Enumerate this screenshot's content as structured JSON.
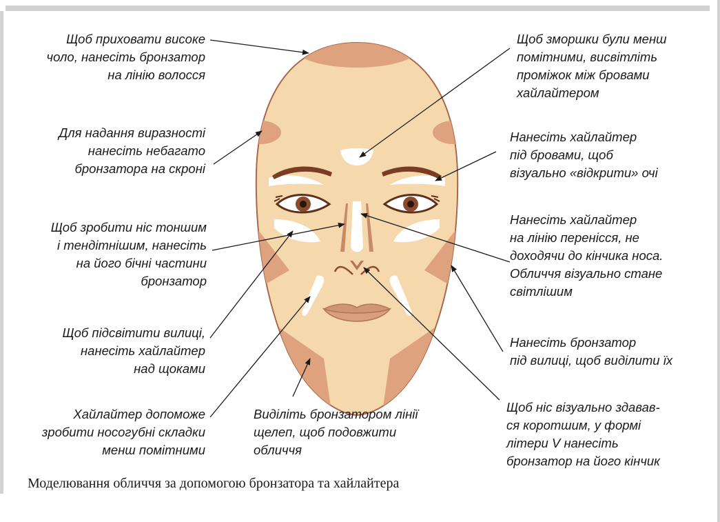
{
  "annotations_left": [
    {
      "id": "forehead",
      "text": "Щоб приховати високе\nчоло, нанесіть бронзатор\nна лінію волосся"
    },
    {
      "id": "temples",
      "text": "Для надання виразності\nнанесіть небагато\nбронзатора на скроні"
    },
    {
      "id": "nose-sides",
      "text": "Щоб зробити ніс тоншим\nі тендітнішим, нанесіть\nна його бічні частини\nбронзатор"
    },
    {
      "id": "cheekbones-highlight",
      "text": "Щоб підсвітити вилиці,\nнанесіть хайлайтер\nнад щоками"
    },
    {
      "id": "nasolabial",
      "text": "Хайлайтер допоможе\nзробити носогубні складки\nменш помітними"
    }
  ],
  "annotations_right": [
    {
      "id": "brow-gap",
      "text": "Щоб зморшки були менш\nпомітними, висвітліть\nпроміжок між бровами\nхайлайтером"
    },
    {
      "id": "under-brows",
      "text": "Нанесіть хайлайтер\nпід бровами, щоб\nвізуально «відкрити» очі"
    },
    {
      "id": "nose-bridge",
      "text": "Нанесіть хайлайтер\nна лінію перенісся, не\nдоходячи до кінчика носа.\nОбличчя візуально стане\nсвітлішим"
    },
    {
      "id": "under-cheekbones",
      "text": "Нанесіть бронзатор\nпід вилиці, щоб виділити їх"
    },
    {
      "id": "nose-tip",
      "text": " Щоб ніс візуально здавав-\nся коротшим, у формі\nлітери V нанесіть\nбронзатор на його кінчик"
    }
  ],
  "annotation_bottom": {
    "id": "jawline",
    "text": "Виділіть бронзатором лінії\nщелеп, щоб подовжити\nобличчя"
  },
  "caption": "Моделювання обличчя за допомогою бронзатора та хайлайтера",
  "colors": {
    "skin": "#f6d8ad",
    "bronzer": "#dfa27e",
    "highlighter": "#ffffff",
    "outline": "#a8674c",
    "brow": "#7a3c22",
    "lips": "#cf9673",
    "frame": "#d2d2d2"
  }
}
